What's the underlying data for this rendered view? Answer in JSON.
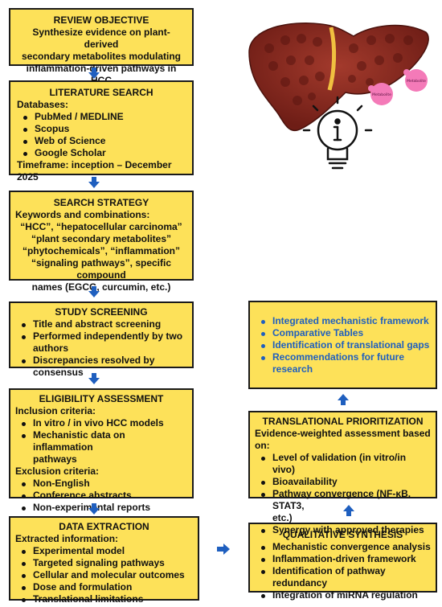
{
  "objective": {
    "title": "REVIEW OBJECTIVE",
    "lines": [
      "Synthesize evidence on plant-derived",
      "secondary metabolites modulating",
      "inflammation-driven pathways in HCC"
    ]
  },
  "literature": {
    "title": "LITERATURE SEARCH",
    "db_label": "Databases:",
    "databases": [
      "PubMed / MEDLINE",
      "Scopus",
      "Web of Science",
      "Google Scholar"
    ],
    "timeframe": "Timeframe: inception – December 2025"
  },
  "strategy": {
    "title": "SEARCH STRATEGY",
    "label": "Keywords and combinations:",
    "lines": [
      "“HCC”, “hepatocellular carcinoma”",
      "“plant secondary metabolites”",
      "“phytochemicals”, “inflammation”",
      "“signaling pathways”, specific compound",
      "names (EGCG, curcumin, etc.)"
    ]
  },
  "screening": {
    "title": "STUDY SCREENING",
    "items": [
      "Title and abstract screening",
      "Performed independently by two",
      "authors",
      "Discrepancies resolved by consensus"
    ]
  },
  "eligibility": {
    "title": "ELIGIBILITY ASSESSMENT",
    "inclusion_label": "Inclusion criteria:",
    "inclusion": [
      "In vitro / in vivo HCC models",
      "Mechanistic data on inflammation",
      "pathways"
    ],
    "exclusion_label": "Exclusion criteria:",
    "exclusion": [
      "Non-English",
      "Conference abstracts",
      "Non-experimental reports"
    ]
  },
  "extraction": {
    "title": "DATA EXTRACTION",
    "label": "Extracted information:",
    "items": [
      "Experimental model",
      "Targeted signaling pathways",
      "Cellular and molecular outcomes",
      "Dose and formulation",
      "Translational limitations"
    ]
  },
  "synthesis": {
    "title": "QUALITATIVE SYNTHESIS",
    "items": [
      "Mechanistic convergence analysis",
      "Inflammation-driven framework",
      "Identification of pathway redundancy",
      "Integration of miRNA regulation"
    ]
  },
  "prioritization": {
    "title": "TRANSLATIONAL PRIORITIZATION",
    "label": "Evidence-weighted assessment based on:",
    "items": [
      "Level of validation (in vitro/in vivo)",
      "Bioavailability",
      "Pathway convergence (NF-κB, STAT3,",
      "etc.)",
      "Synergy with approved therapies"
    ]
  },
  "outcomes": {
    "items": [
      "Integrated mechanistic framework",
      "Comparative Tables",
      "Identification of translational gaps",
      "Recommendations for future",
      "research"
    ]
  },
  "illustration": {
    "bubble1": "Metabolite",
    "bubble2": "Metabolite",
    "icon": "info-lightbulb-icon"
  },
  "colors": {
    "box_fill": "#fde159",
    "arrow": "#1f5fbf",
    "outcome_text": "#1f5fbf",
    "liver": "#8b2a22"
  }
}
